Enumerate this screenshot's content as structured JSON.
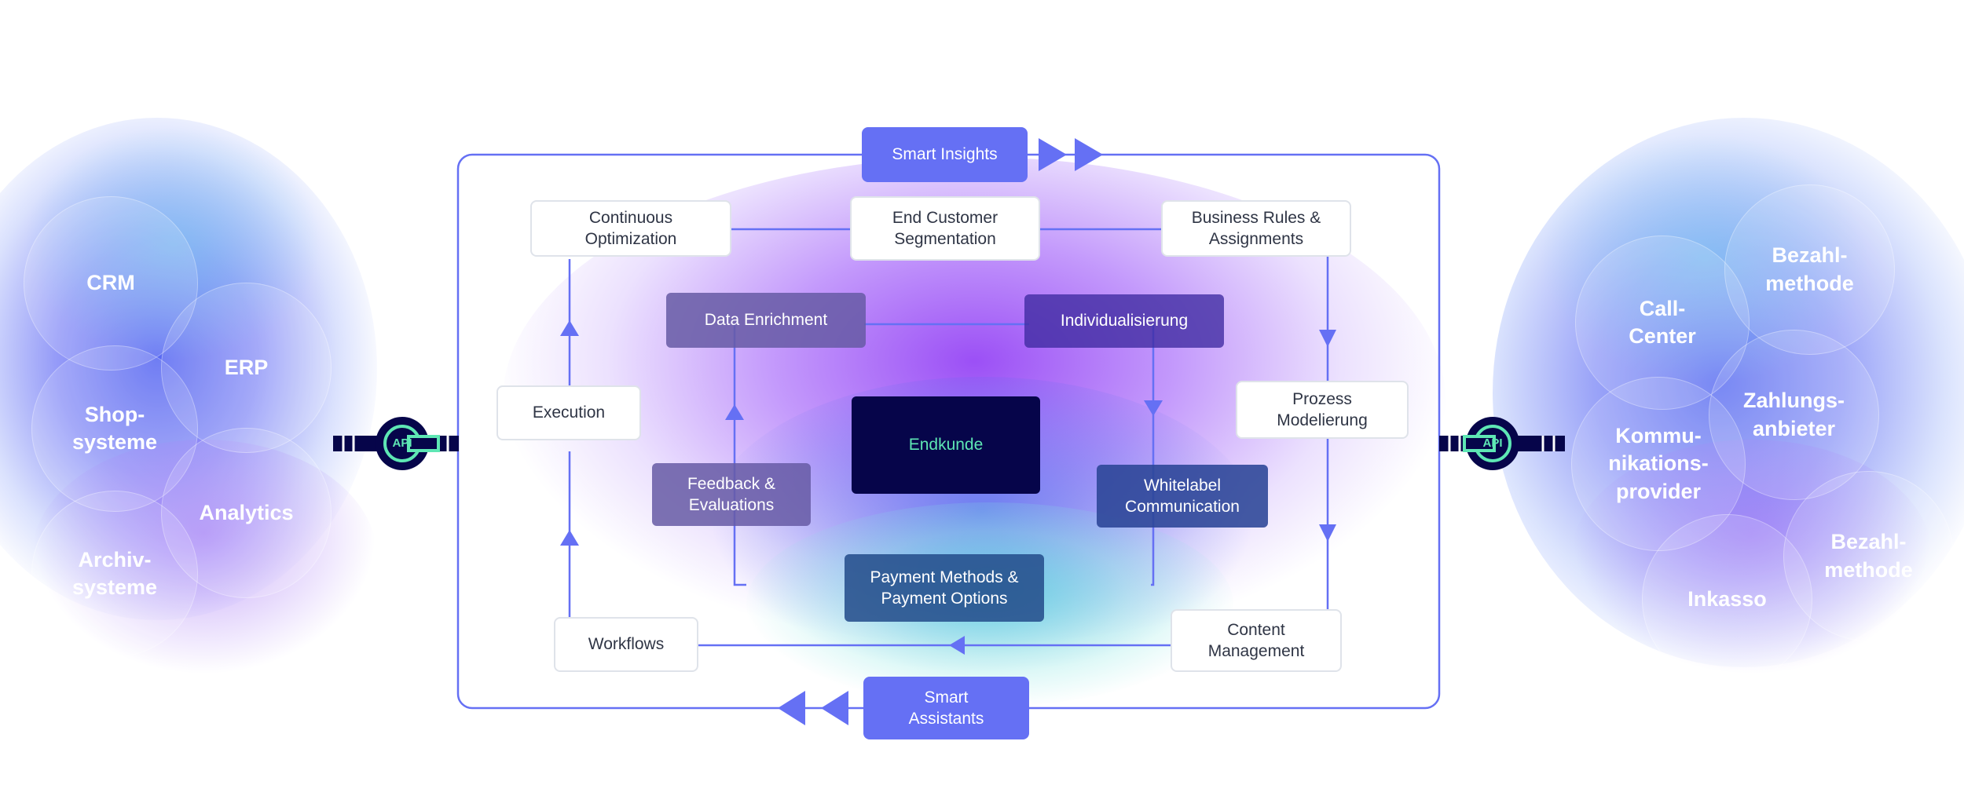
{
  "left_panel": {
    "title": "",
    "bubbles": [
      "CRM",
      "ERP",
      "Shop-\nsysteme",
      "Analytics",
      "Archiv-\nsysteme"
    ]
  },
  "right_panel": {
    "title": "",
    "bubbles": [
      "Bezahl-\nmethode",
      "Call-\nCenter",
      "Zahlungs-\nanbieter",
      "Kommu-\nnikations-\nprovider",
      "Bezahl-\nmethode",
      "Inkasso"
    ]
  },
  "api_label": "API",
  "nodes": {
    "smart_insights": "Smart Insights",
    "smart_assistants": "Smart\nAssistants",
    "continuous_optimization": "Continuous\nOptimization",
    "end_customer_segmentation": "End Customer\nSegmentation",
    "business_rules": "Business Rules &\nAssignments",
    "data_enrichment": "Data Enrichment",
    "individualisierung": "Individualisierung",
    "execution": "Execution",
    "prozess_modelierung": "Prozess\nModelierung",
    "endkunde": "Endkunde",
    "feedback": "Feedback &\nEvaluations",
    "whitelabel": "Whitelabel\nCommunication",
    "payment_methods": "Payment Methods &\nPayment Options",
    "workflows": "Workflows",
    "content_management": "Content\nManagement"
  },
  "colors": {
    "line": "#6570f4",
    "accent": "#6570f4",
    "api_dark": "#06054a",
    "api_green": "#5ee7b4",
    "center_bg": "#06054a"
  }
}
